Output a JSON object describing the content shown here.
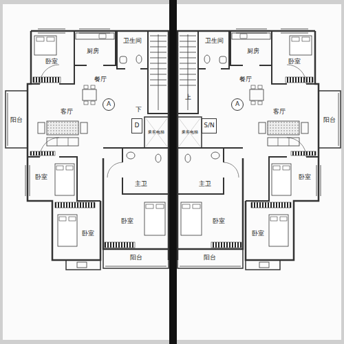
{
  "diagram": {
    "nodes": [
      {
        "text": [
          "卧室"
        ]
      },
      {
        "text": [
          "厨房"
        ]
      },
      {
        "text": [
          "卫生间"
        ]
      },
      {
        "text": [
          "餐厅"
        ]
      },
      {
        "text": [
          "A"
        ]
      },
      {
        "text": [
          "客厅"
        ]
      },
      {
        "text": [
          "阳台"
        ]
      },
      {
        "text": [
          "D"
        ]
      },
      {
        "text": [
          "乘客电梯"
        ]
      },
      {
        "text": [
          "卧室"
        ]
      },
      {
        "text": [
          "主卫"
        ]
      },
      {
        "text": [
          "卧室"
        ]
      },
      {
        "text": [
          "卧室"
        ]
      },
      {
        "text": [
          "阳台"
        ]
      },
      {
        "text": [
          "卫生间"
        ]
      },
      {
        "text": [
          "厨房"
        ]
      },
      {
        "text": [
          "卧室"
        ]
      },
      {
        "text": [
          "餐厅"
        ]
      },
      {
        "text": [
          "A"
        ]
      },
      {
        "text": [
          "客厅"
        ]
      },
      {
        "text": [
          "阳台"
        ]
      },
      {
        "text": [
          "乘客电梯"
        ]
      },
      {
        "text": [
          "S/N"
        ]
      },
      {
        "text": [
          "主卫"
        ]
      },
      {
        "text": [
          "卧室"
        ]
      },
      {
        "text": [
          "卧室"
        ]
      },
      {
        "text": [
          "卧室"
        ]
      },
      {
        "text": [
          "阳台"
        ]
      }
    ],
    "labels": [
      "下",
      "上"
    ]
  }
}
